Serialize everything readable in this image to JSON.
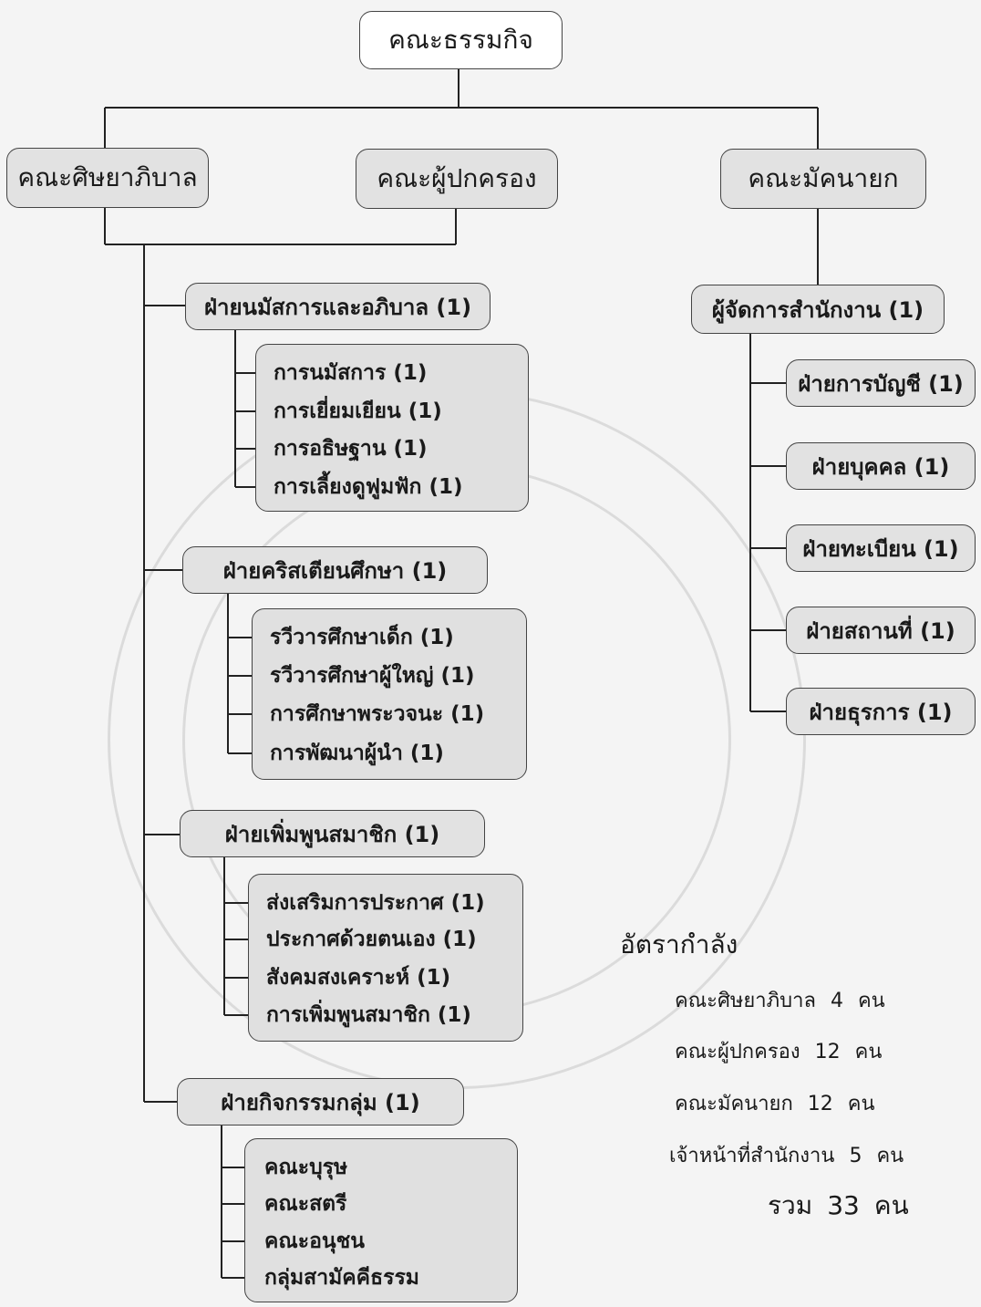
{
  "root": {
    "label": "คณะธรรมกิจ"
  },
  "level1": {
    "elders": "คณะศิษยาภิบาล",
    "deacons": "คณะผู้ปกครอง",
    "stewards": "คณะมัคนายก"
  },
  "left_branch": {
    "departments": [
      {
        "label": "ฝ่ายนมัสการและอภิบาล (1)",
        "items": [
          "การนมัสการ (1)",
          "การเยี่ยมเยียน (1)",
          "การอธิษฐาน (1)",
          "การเลี้ยงดูฟูมฟัก (1)"
        ]
      },
      {
        "label": "ฝ่ายคริสเตียนศึกษา (1)",
        "items": [
          "รวีวารศึกษาเด็ก (1)",
          "รวีวารศึกษาผู้ใหญ่ (1)",
          "การศึกษาพระวจนะ (1)",
          "การพัฒนาผู้นำ (1)"
        ]
      },
      {
        "label": "ฝ่ายเพิ่มพูนสมาชิก (1)",
        "items": [
          "ส่งเสริมการประกาศ (1)",
          "ประกาศด้วยตนเอง (1)",
          "สังคมสงเคราะห์ (1)",
          "การเพิ่มพูนสมาชิก (1)"
        ]
      },
      {
        "label": "ฝ่ายกิจกรรมกลุ่ม (1)",
        "items": [
          "คณะบุรุษ",
          "คณะสตรี",
          "คณะอนุชน",
          "กลุ่มสามัคคีธรรม"
        ]
      }
    ]
  },
  "right_branch": {
    "manager": "ผู้จัดการสำนักงาน (1)",
    "units": [
      "ฝ่ายการบัญชี (1)",
      "ฝ่ายบุคคล (1)",
      "ฝ่ายทะเบียน (1)",
      "ฝ่ายสถานที่ (1)",
      "ฝ่ายธุรการ (1)"
    ]
  },
  "manpower": {
    "title": "อัตรากำลัง",
    "rows": [
      {
        "name": "คณะศิษยาภิบาล",
        "count": "4",
        "unit": "คน"
      },
      {
        "name": "คณะผู้ปกครอง",
        "count": "12",
        "unit": "คน"
      },
      {
        "name": "คณะมัคนายก",
        "count": "12",
        "unit": "คน"
      },
      {
        "name": "เจ้าหน้าที่สำนักงาน",
        "count": "5",
        "unit": "คน"
      }
    ],
    "total_label": "รวม",
    "total_count": "33",
    "total_unit": "คน"
  }
}
